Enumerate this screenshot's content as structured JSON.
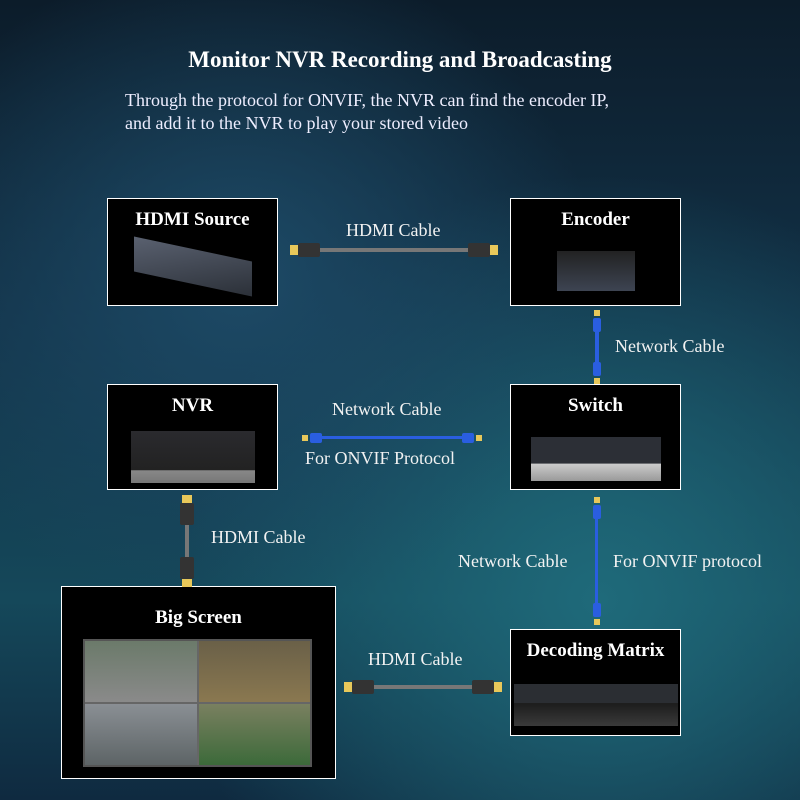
{
  "title": "Monitor NVR Recording and Broadcasting",
  "subtitle": [
    "Through the protocol for ONVIF, the NVR can find the encoder IP,",
    "and add it to the NVR to play your stored video"
  ],
  "nodes": {
    "hdmi_source": "HDMI Source",
    "encoder": "Encoder",
    "nvr": "NVR",
    "switch": "Switch",
    "big_screen": "Big Screen",
    "decoding_matrix": "Decoding Matrix"
  },
  "links": {
    "source_encoder": "HDMI Cable",
    "encoder_switch": "Network Cable",
    "nvr_switch": "Network Cable",
    "nvr_switch_note": "For ONVIF Protocol",
    "nvr_screen": "HDMI Cable",
    "switch_matrix": "Network Cable",
    "switch_matrix_note": "For ONVIF protocol",
    "matrix_screen": "HDMI Cable"
  },
  "colors": {
    "hdmi_cable": "#777777",
    "network_cable": "#2a5ee0",
    "plug_gold": "#e8c85a"
  }
}
